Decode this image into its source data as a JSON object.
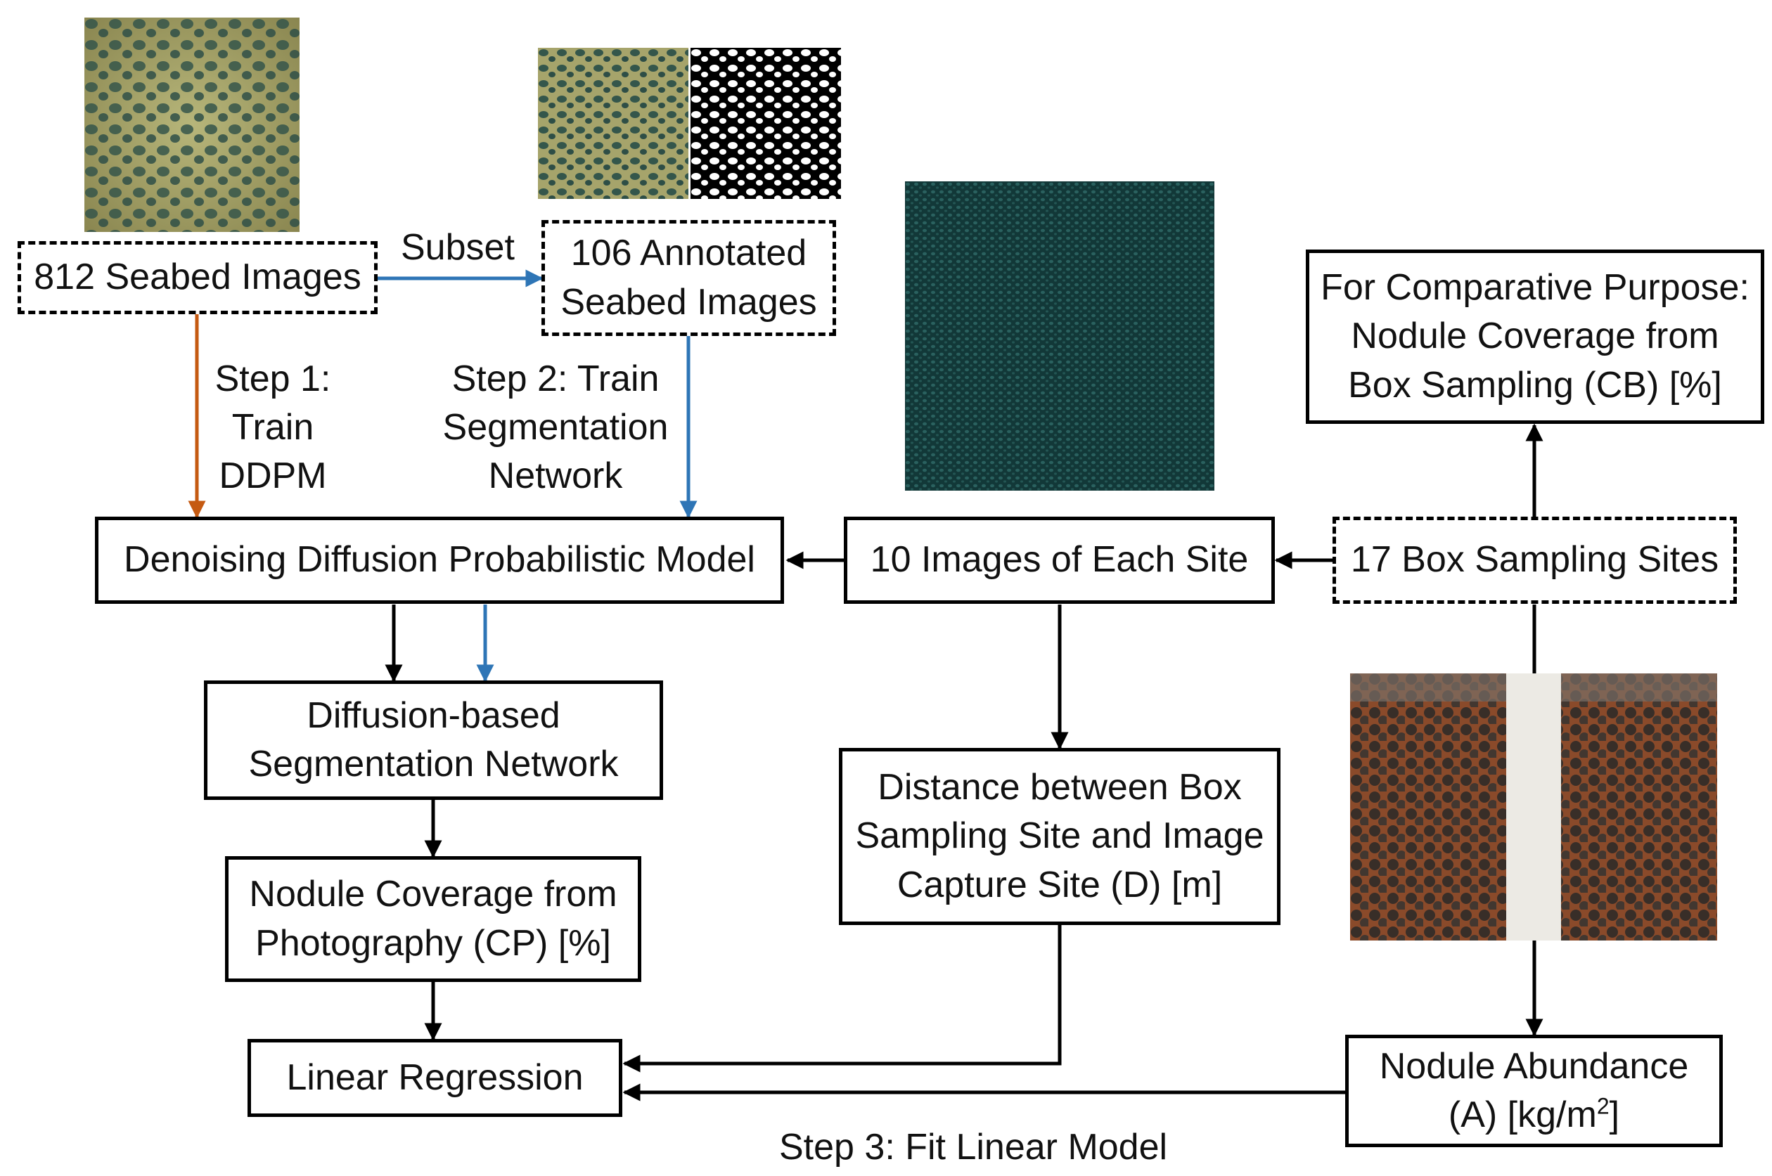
{
  "nodes": {
    "seabed_images": "812 Seabed Images",
    "annotated_images": [
      "106 Annotated",
      "Seabed Images"
    ],
    "ddpm": "Denoising Diffusion Probabilistic Model",
    "site_images": "10 Images of Each Site",
    "box_sites": "17 Box Sampling Sites",
    "comparative": [
      "For Comparative Purpose:",
      "Nodule Coverage from",
      "Box Sampling (CB) [%]"
    ],
    "seg_network": [
      "Diffusion-based",
      "Segmentation Network"
    ],
    "coverage_photo": [
      "Nodule Coverage from",
      "Photography (CP) [%]"
    ],
    "distance": [
      "Distance between Box",
      "Sampling Site and Image",
      "Capture Site (D) [m]"
    ],
    "linear_regression": "Linear Regression",
    "abundance": [
      "Nodule Abundance",
      "(A) [kg/m",
      "2",
      "]"
    ]
  },
  "labels": {
    "subset": "Subset",
    "step1": [
      "Step 1:",
      "Train",
      "DDPM"
    ],
    "step2": [
      "Step 2: Train",
      "Segmentation",
      "Network"
    ],
    "step3": "Step 3: Fit Linear Model"
  },
  "images": {
    "seabed_photo": "seabed-photo",
    "annotated_photo": "annotated-seabed-photo",
    "segmentation_mask": "segmentation-mask",
    "site_photo": "site-image",
    "box_sample_photo": "box-sample-photo"
  },
  "colors": {
    "step1_arrow": "#c55a11",
    "step2_arrow": "#2e75b6",
    "main_arrow": "#000000"
  }
}
